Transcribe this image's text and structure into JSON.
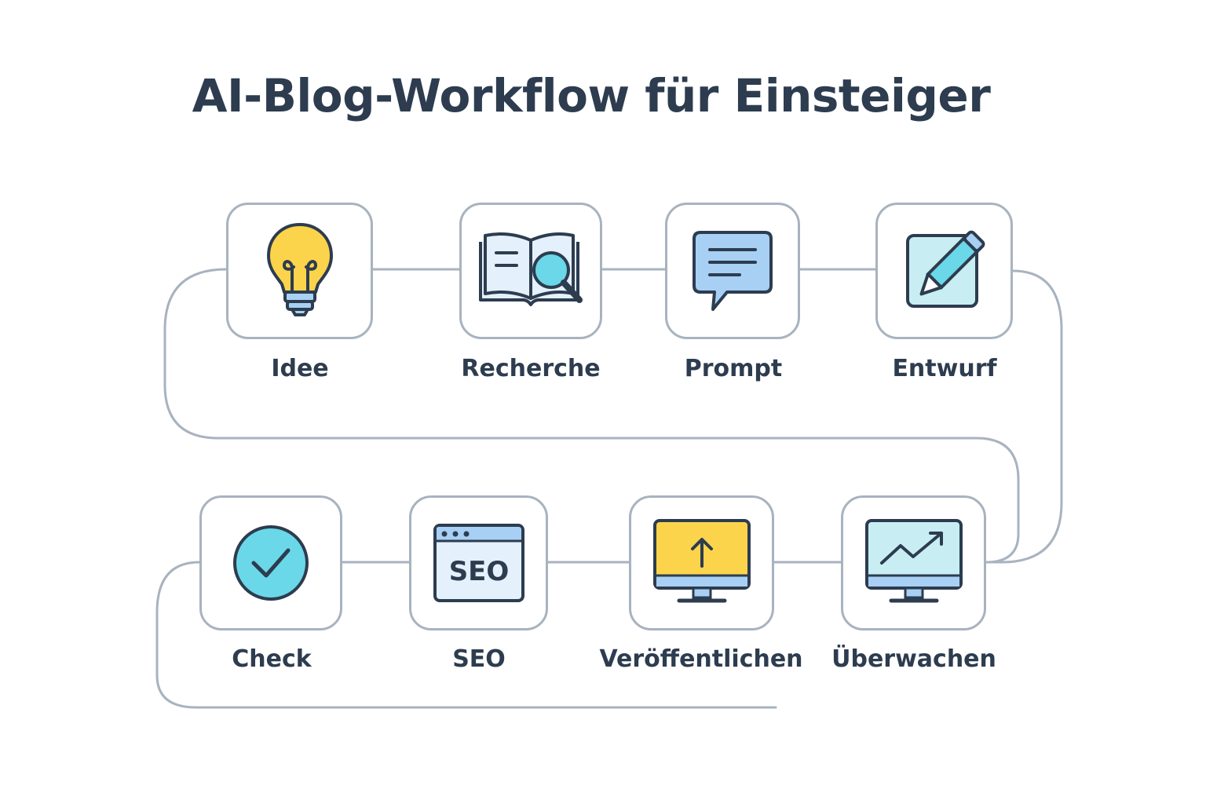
{
  "title": "AI-Blog-Workflow für Einsteiger",
  "colors": {
    "text": "#2d3c4f",
    "line": "#a8b3bf",
    "yellow": "#fbd44c",
    "cyan": "#6ad8e8",
    "light_blue": "#a8d0f5",
    "pale_blue": "#e4f1fd",
    "pale_cyan": "#c8eef4"
  },
  "steps": [
    {
      "label": "Idee",
      "icon": "lightbulb-icon"
    },
    {
      "label": "Recherche",
      "icon": "book-magnifier-icon"
    },
    {
      "label": "Prompt",
      "icon": "chat-bubble-icon"
    },
    {
      "label": "Entwurf",
      "icon": "pencil-note-icon"
    },
    {
      "label": "Überwachen",
      "icon": "monitor-chart-icon"
    },
    {
      "label": "Veröffentlichen",
      "icon": "monitor-upload-icon"
    },
    {
      "label": "SEO",
      "icon": "seo-browser-icon",
      "badge": "SEO"
    },
    {
      "label": "Check",
      "icon": "checkmark-circle-icon"
    }
  ]
}
